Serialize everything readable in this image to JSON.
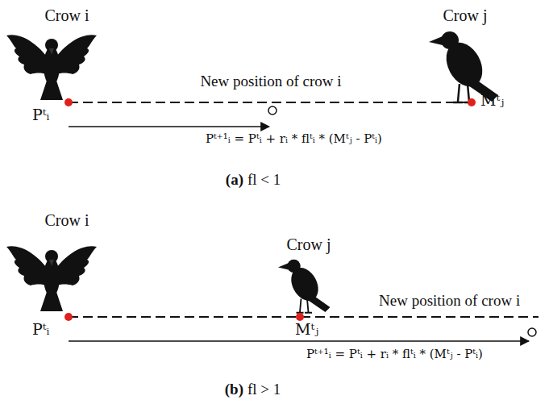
{
  "diagram": {
    "labels": [
      "Crow i",
      "Crow j",
      "New position of crow i",
      "Pᵗᵢ",
      "Mᵗⱼ",
      "Pᵗ⁺¹ᵢ = Pᵗᵢ + rᵢ * flᵗᵢ * (Mᵗⱼ - Pᵗᵢ)",
      "(a)",
      "fl < 1",
      "Crow i",
      "Crow j",
      "Mᵗⱼ",
      "New position of crow i",
      "Pᵗᵢ",
      "Pᵗ⁺¹ᵢ = Pᵗᵢ + rᵢ * flᵗᵢ * (Mᵗⱼ - Pᵗᵢ)",
      "(b)",
      "fl > 1"
    ]
  }
}
